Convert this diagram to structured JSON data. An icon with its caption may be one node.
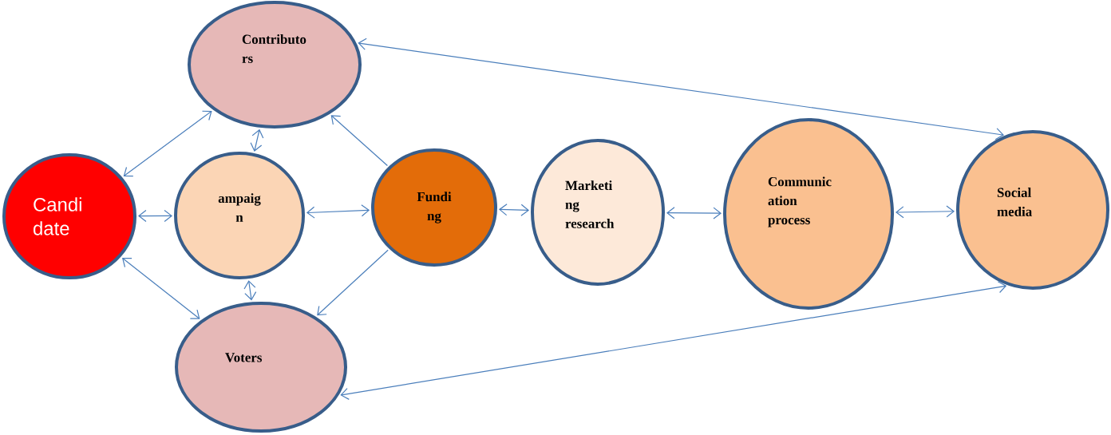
{
  "diagram": {
    "nodes": [
      {
        "text": [
          "Contributo rs"
        ]
      },
      {
        "text": [
          "Candi date"
        ]
      },
      {
        "text": [
          "ampaig n"
        ]
      },
      {
        "text": [
          "Fundi ng"
        ]
      },
      {
        "text": [
          "Marketi ng research"
        ]
      },
      {
        "text": [
          "Communic ation process"
        ]
      },
      {
        "text": [
          "Social media"
        ]
      },
      {
        "text": [
          "Voters"
        ]
      }
    ],
    "edges": [
      {
        "from": 1,
        "to": 0,
        "arrow": "both"
      },
      {
        "from": 1,
        "to": 2,
        "arrow": "both"
      },
      {
        "from": 1,
        "to": 7,
        "arrow": "both"
      },
      {
        "from": 2,
        "to": 0,
        "arrow": "both"
      },
      {
        "from": 2,
        "to": 3,
        "arrow": "both"
      },
      {
        "from": 2,
        "to": 7,
        "arrow": "both"
      },
      {
        "from": 3,
        "to": 0,
        "arrow": "to"
      },
      {
        "from": 3,
        "to": 7,
        "arrow": "to"
      },
      {
        "from": 3,
        "to": 4,
        "arrow": "both"
      },
      {
        "from": 4,
        "to": 5,
        "arrow": "both"
      },
      {
        "from": 5,
        "to": 6,
        "arrow": "both"
      },
      {
        "from": 0,
        "to": 6,
        "arrow": "both"
      },
      {
        "from": 7,
        "to": 6,
        "arrow": "both"
      }
    ]
  }
}
